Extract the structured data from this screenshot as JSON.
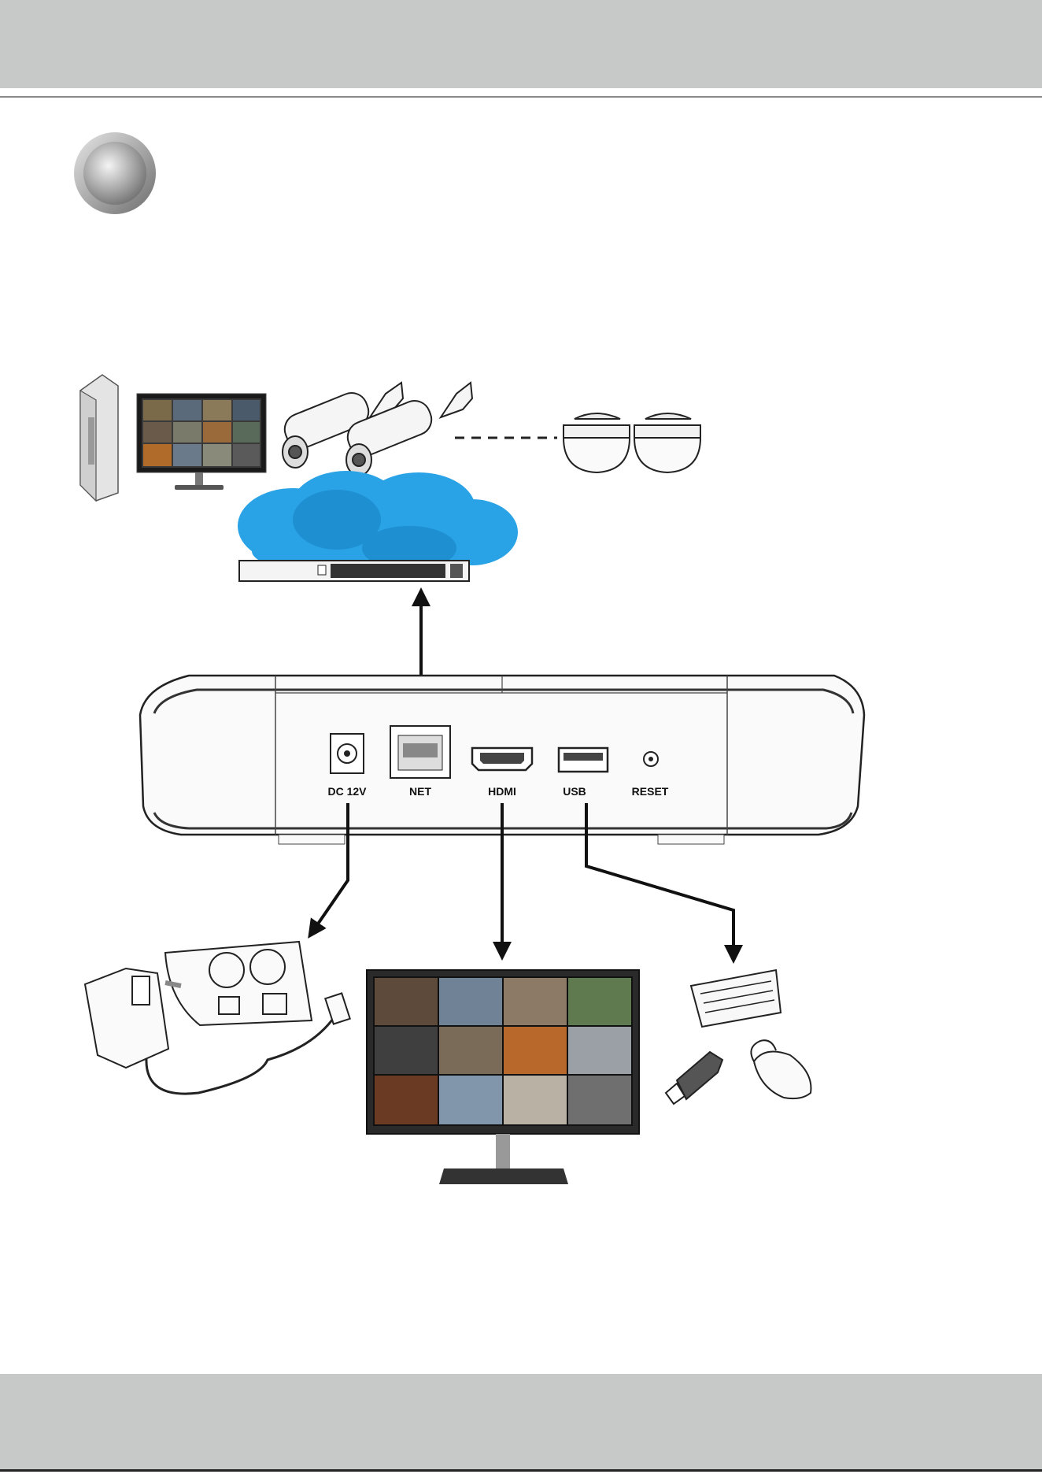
{
  "ports": {
    "dc": "DC 12V",
    "net": "NET",
    "hdmi": "HDMI",
    "usb": "USB",
    "reset": "RESET"
  },
  "colors": {
    "band": "#c7c8c8",
    "cloud": "#29a3e6",
    "cloud_dark": "#1e8fd0",
    "line": "#111111"
  },
  "icons": [
    "medallion-icon",
    "workstation-icon",
    "bullet-camera-icon",
    "dome-camera-icon",
    "cloud-icon",
    "network-switch-icon",
    "nvr-device-icon",
    "power-adapter-icon",
    "monitor-icon",
    "keyboard-icon",
    "usb-drive-icon",
    "mouse-icon"
  ]
}
